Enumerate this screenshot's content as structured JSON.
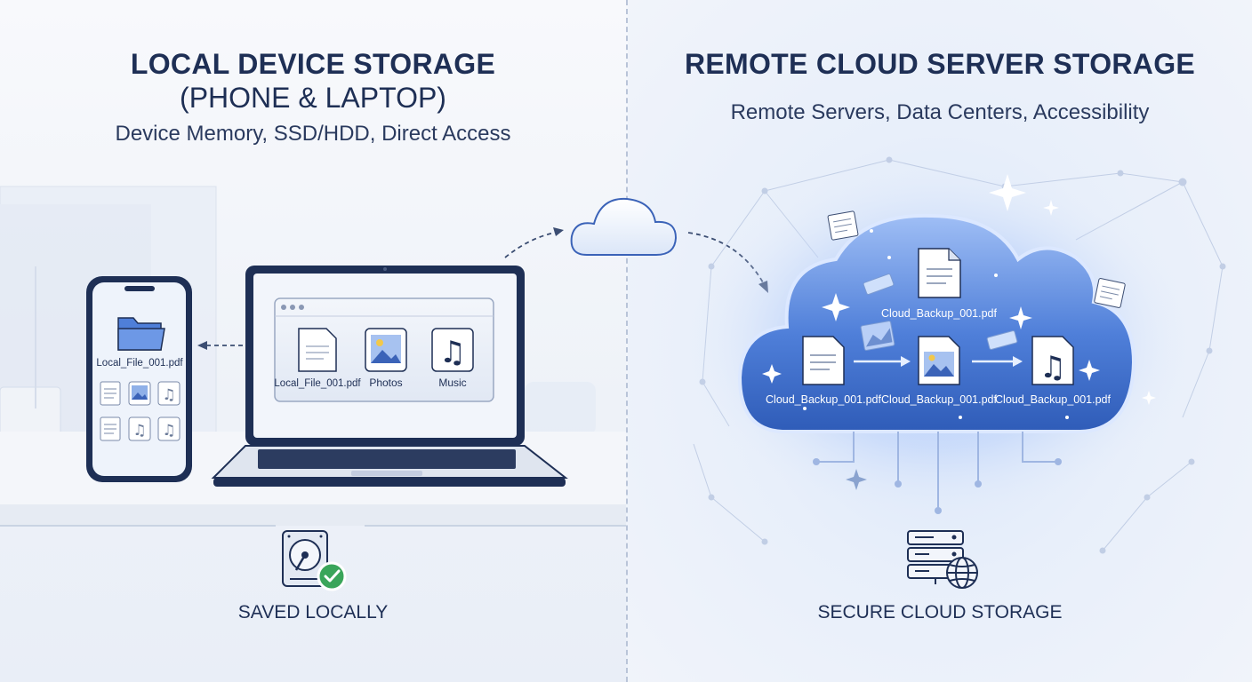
{
  "local": {
    "title_line1": "LOCAL DEVICE STORAGE",
    "title_line2": "(PHONE & LAPTOP)",
    "subtitle": "Device Memory, SSD/HDD, Direct Access",
    "phone_file_label": "Local_File_001.pdf",
    "laptop_items": [
      {
        "label": "Local_File_001.pdf",
        "icon": "document-icon"
      },
      {
        "label": "Photos",
        "icon": "image-icon"
      },
      {
        "label": "Music",
        "icon": "music-icon"
      }
    ],
    "caption": "SAVED LOCALLY"
  },
  "cloud": {
    "title": "REMOTE CLOUD SERVER STORAGE",
    "subtitle": "Remote Servers, Data Centers, Accessibility",
    "top_file_label": "Cloud_Backup_001.pdf",
    "row_files": [
      {
        "label": "Cloud_Backup_001.pdf",
        "icon": "document-icon"
      },
      {
        "label": "Cloud_Backup_001.pdf",
        "icon": "image-icon"
      },
      {
        "label": "Cloud_Backup_001.pdf",
        "icon": "music-icon"
      }
    ],
    "caption": "SECURE CLOUD STORAGE"
  },
  "colors": {
    "navy": "#1e2f55",
    "accent_blue": "#3b63b8",
    "cloud_glow": "#6f9cf0",
    "check_green": "#3aa55a"
  }
}
